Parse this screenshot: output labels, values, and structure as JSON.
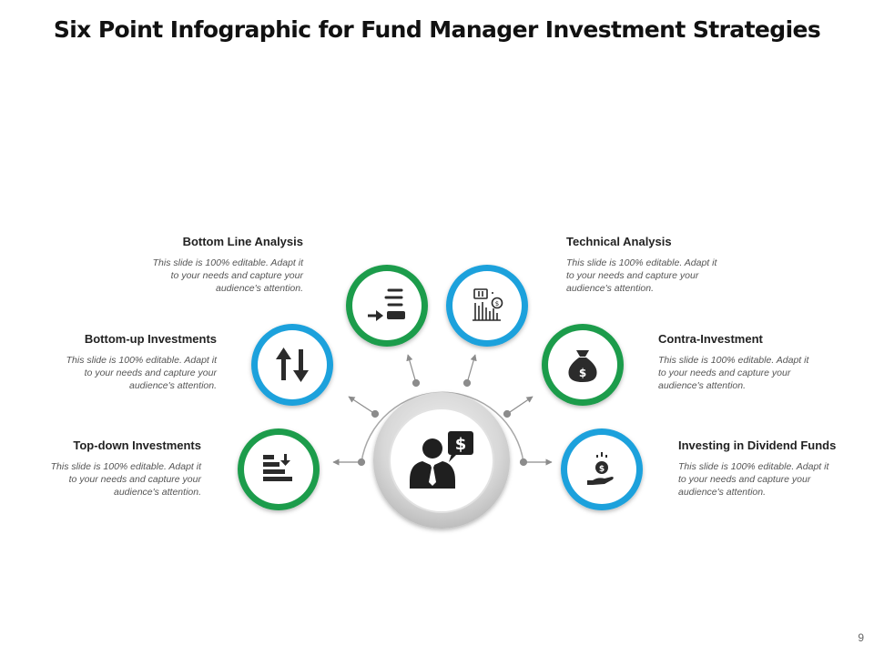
{
  "title": "Six Point Infographic for Fund Manager Investment Strategies",
  "page_number": "9",
  "colors": {
    "green": "#1e9c4b",
    "blue": "#1aa1dc",
    "icon": "#2b2b2b",
    "connector": "#8c8c8c"
  },
  "center": {
    "icon": "businessman-with-dollar-speech-bubble-icon"
  },
  "points": [
    {
      "heading": "Bottom Line Analysis",
      "description": [
        "This slide is 100% editable. Adapt it",
        "to your needs and capture your",
        "audience's attention."
      ],
      "icon": "arrow-into-list-icon",
      "ring": "green"
    },
    {
      "heading": "Technical Analysis",
      "description": [
        "This slide is 100% editable. Adapt it",
        "to your needs and capture your",
        "audience's attention."
      ],
      "icon": "stock-chart-icon",
      "ring": "blue"
    },
    {
      "heading": "Bottom-up Investments",
      "description": [
        "This slide is 100% editable. Adapt it",
        "to your needs and capture your",
        "audience's attention."
      ],
      "icon": "up-down-arrows-icon",
      "ring": "blue"
    },
    {
      "heading": "Contra-Investment",
      "description": [
        "This slide is 100% editable. Adapt it",
        "to your needs and capture your",
        "audience's attention."
      ],
      "icon": "money-bag-icon",
      "ring": "green"
    },
    {
      "heading": "Top-down Investments",
      "description": [
        "This slide is 100% editable. Adapt it",
        "to your needs and capture your",
        "audience's attention."
      ],
      "icon": "sorted-bars-icon",
      "ring": "green"
    },
    {
      "heading": "Investing in Dividend Funds",
      "description": [
        "This slide is 100% editable. Adapt it",
        "to your needs and capture your",
        "audience's attention."
      ],
      "icon": "hand-holding-dollar-icon",
      "ring": "blue"
    }
  ]
}
